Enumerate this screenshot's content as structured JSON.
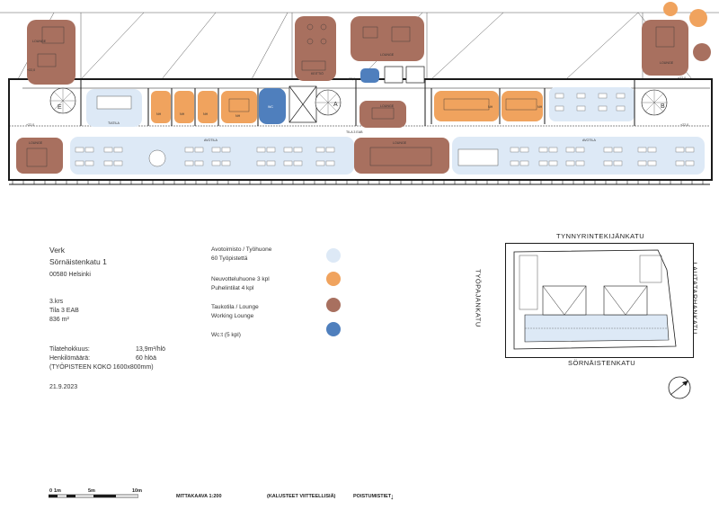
{
  "info": {
    "company": "Verk",
    "street": "Sörnäistenkatu 1",
    "postal": "00580 Helsinki",
    "floor": "3.krs",
    "space": "Tila 3 EAB",
    "area": "836 m²"
  },
  "stats": {
    "efficiency_label": "Tilatehokkuus:",
    "efficiency_value": "13,9m²/hlö",
    "people_label": "Henkilömäärä:",
    "people_value": "60 hlöä",
    "desk_note": "(TYÖPISTEEN KOKO 1600x800mm)",
    "date": "21.9.2023"
  },
  "legend": [
    {
      "line1": "Avotoimisto / Työhuone",
      "line2": "60 Työpistettä",
      "color": "#dde9f6"
    },
    {
      "line1": "Neuvotteluhuone 3 kpl",
      "line2": "Puhelintilat 4 kpl",
      "color": "#f0a35e"
    },
    {
      "line1": "Taukotila / Lounge",
      "line2": "Working Lounge",
      "color": "#a8705f"
    },
    {
      "line1": "Wc:t (5 kpl)",
      "line2": "",
      "color": "#4f7fbd"
    }
  ],
  "streets": {
    "north": "TYNNYRINTEKIJÄNKATU",
    "west": "TYÖPAJANKATU",
    "east": "LAUTATARHANKATU",
    "south": "SÖRNÄISTENKATU"
  },
  "scale": {
    "ticks": [
      "0",
      "1m",
      "5m",
      "10m"
    ],
    "ratio": "MITTAKAAVA 1:200",
    "furniture_note": "(KALUSTEET VIITTEELLISIÄ)",
    "exit": "POISTUMISTIET",
    "exit_arrow": "↓"
  },
  "plan_labels": {
    "lounge": "LOUNGE",
    "avotila": "AVOTILA",
    "tiatila": "TIATILA",
    "nh": "NH",
    "ph": "PH",
    "wc": "WC",
    "keittio": "KEITTIÖ",
    "tila_caption": "TILA 3 EAB",
    "stair_a": "A",
    "stair_b": "B",
    "stair_e": "E",
    "level": "+22,0"
  },
  "colors": {
    "open_office": "#dde9f6",
    "meeting": "#f0a35e",
    "lounge": "#a8705f",
    "wc": "#4f7fbd",
    "wall": "#1a1a1a"
  }
}
